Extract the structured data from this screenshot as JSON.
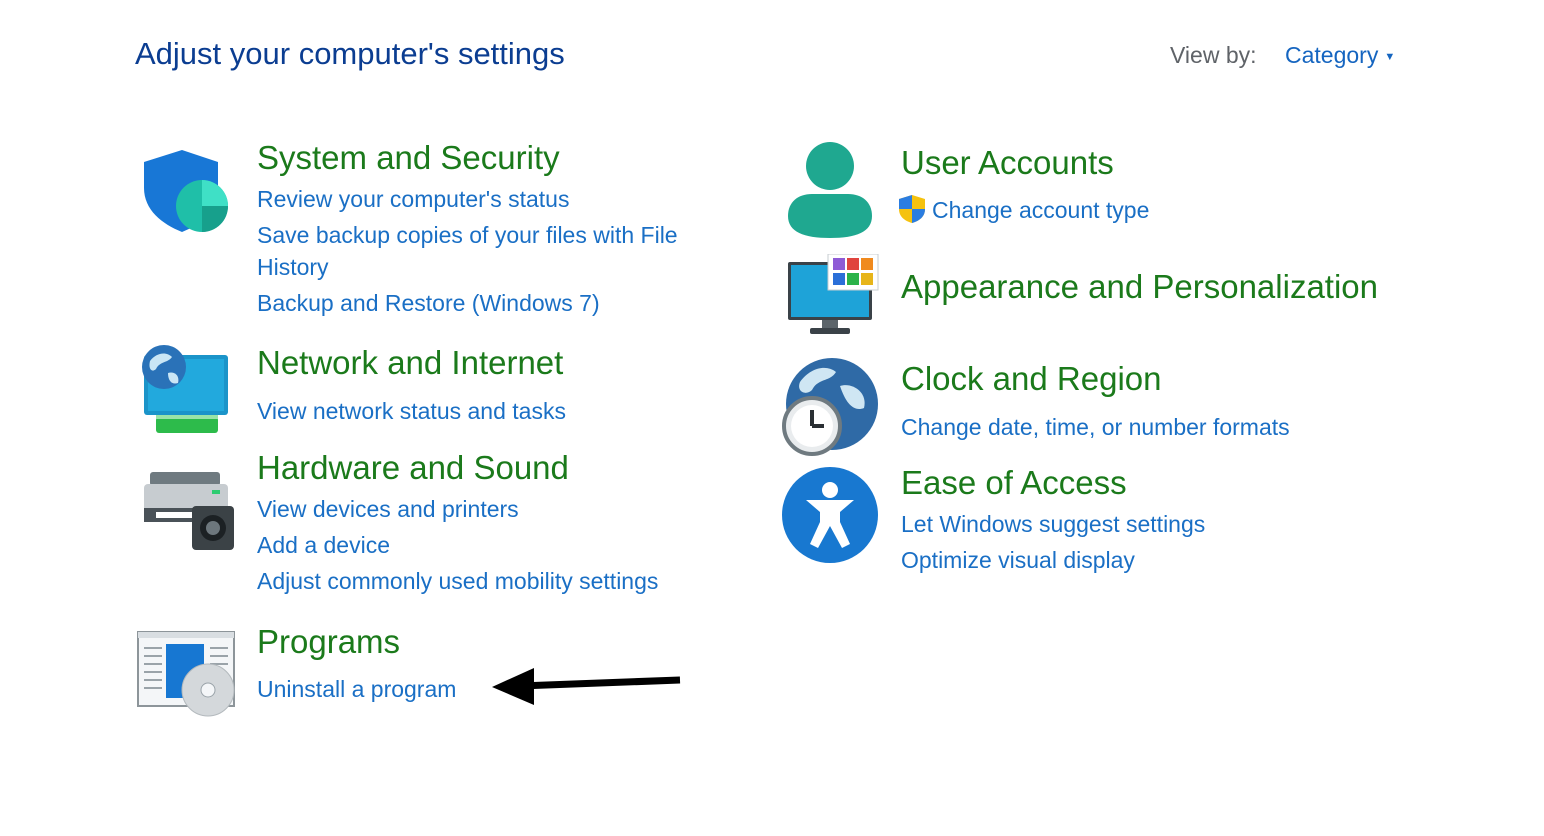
{
  "header": {
    "title": "Adjust your computer's settings",
    "view_by_label": "View by:",
    "view_by_value": "Category"
  },
  "categories": {
    "system_security": {
      "title": "System and Security",
      "icon": "shield-icon",
      "links": [
        "Review your computer's status",
        "Save backup copies of your files with File",
        "History",
        "Backup and Restore (Windows 7)"
      ]
    },
    "network": {
      "title": "Network and Internet",
      "icon": "network-globe-icon",
      "links": [
        "View network status and tasks"
      ]
    },
    "hardware": {
      "title": "Hardware and Sound",
      "icon": "printer-speaker-icon",
      "links": [
        "View devices and printers",
        "Add a device",
        "Adjust commonly used mobility settings"
      ]
    },
    "programs": {
      "title": "Programs",
      "icon": "programs-disc-icon",
      "links": [
        "Uninstall a program"
      ]
    },
    "user_accounts": {
      "title": "User Accounts",
      "icon": "user-icon",
      "links": [
        "Change account type"
      ]
    },
    "appearance": {
      "title": "Appearance and Personalization",
      "icon": "monitor-personalize-icon",
      "links": []
    },
    "clock": {
      "title": "Clock and Region",
      "icon": "clock-globe-icon",
      "links": [
        "Change date, time, or number formats"
      ]
    },
    "ease": {
      "title": "Ease of Access",
      "icon": "accessibility-icon",
      "links": [
        "Let Windows suggest settings",
        "Optimize visual display"
      ]
    }
  },
  "annotation": {
    "icon": "arrow-left-icon"
  },
  "colors": {
    "title": "#0b3d91",
    "category": "#1b7a1b",
    "link": "#1a6fc5"
  }
}
